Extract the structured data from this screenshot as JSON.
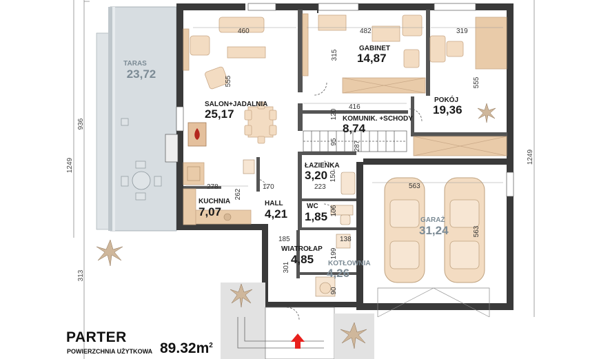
{
  "header": {
    "title": "PARTER",
    "subtitle": "POWIERZCHNIA UŻYTKOWA",
    "total_area": "89.32",
    "unit": "m",
    "unit_sup": "2"
  },
  "rooms": {
    "taras": {
      "name": "TARAS",
      "area": "23,72"
    },
    "salon": {
      "name": "SALON+JADALNIA",
      "area": "25,17"
    },
    "gabinet": {
      "name": "GABINET",
      "area": "14,87"
    },
    "pokoj": {
      "name": "POKÓJ",
      "area": "19,36"
    },
    "komunik": {
      "name": "KOMUNIK. +SCHODY",
      "area": "8,74"
    },
    "lazienka": {
      "name": "ŁAZIENKA",
      "area": "3,20"
    },
    "kuchnia": {
      "name": "KUCHNIA",
      "area": "7,07"
    },
    "hall": {
      "name": "HALL",
      "area": "4,21"
    },
    "wc": {
      "name": "WC",
      "area": "1,85"
    },
    "wiatrolap": {
      "name": "WIATROŁAP",
      "area": "4,85"
    },
    "kotlownia": {
      "name": "KOTŁOWNIA",
      "area": "4,26"
    },
    "garaz": {
      "name": "GARAŻ",
      "area": "31,24"
    }
  },
  "dims": {
    "d460": "460",
    "d482": "482",
    "d319": "319",
    "d315": "315",
    "d555a": "555",
    "d555b": "555",
    "d416": "416",
    "d120": "120",
    "d95": "95",
    "d287": "287",
    "d278": "278",
    "d262": "262",
    "d170": "170",
    "d223": "223",
    "d150": "150",
    "d563a": "563",
    "d563b": "563",
    "d106": "106",
    "d185": "185",
    "d138": "138",
    "d199": "199",
    "d301": "301",
    "d90": "90",
    "outer_936": "936",
    "outer_1249a": "1249",
    "outer_1249b": "1249",
    "outer_313": "313"
  },
  "colors": {
    "wall": "#3a3a3a",
    "furniture": "#f3dcc2",
    "entrance_arrow": "#e8201c"
  },
  "icons": {
    "entrance": "red-arrow-up",
    "plants": "decorative-plant",
    "fireplace": "fire"
  }
}
